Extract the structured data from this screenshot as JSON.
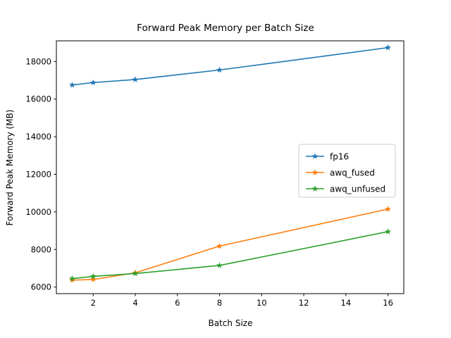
{
  "chart_data": {
    "type": "line",
    "title": "Forward Peak Memory per Batch Size",
    "xlabel": "Batch Size",
    "ylabel": "Forward Peak Memory (MB)",
    "x": [
      1,
      2,
      4,
      8,
      16
    ],
    "xlim": [
      0.25,
      16.75
    ],
    "ylim": [
      5650,
      19100
    ],
    "xticks": [
      2,
      4,
      6,
      8,
      10,
      12,
      14,
      16
    ],
    "xticklabels": [
      "2",
      "4",
      "6",
      "8",
      "10",
      "12",
      "14",
      "16"
    ],
    "yticks": [
      6000,
      8000,
      10000,
      12000,
      14000,
      16000,
      18000
    ],
    "yticklabels": [
      "6000",
      "8000",
      "10000",
      "12000",
      "14000",
      "16000",
      "18000"
    ],
    "grid": false,
    "marker": "star",
    "legend_position": "center-right",
    "series": [
      {
        "name": "fp16",
        "color": "#1f77b4",
        "values": [
          16750,
          16880,
          17040,
          17550,
          18740
        ]
      },
      {
        "name": "awq_fused",
        "color": "#ff7f0e",
        "values": [
          6370,
          6400,
          6760,
          8180,
          10150
        ]
      },
      {
        "name": "awq_unfused",
        "color": "#2ca02c",
        "values": [
          6450,
          6570,
          6720,
          7150,
          8950
        ]
      }
    ]
  },
  "legend": {
    "entries": [
      {
        "label": "fp16"
      },
      {
        "label": "awq_fused"
      },
      {
        "label": "awq_unfused"
      }
    ]
  }
}
